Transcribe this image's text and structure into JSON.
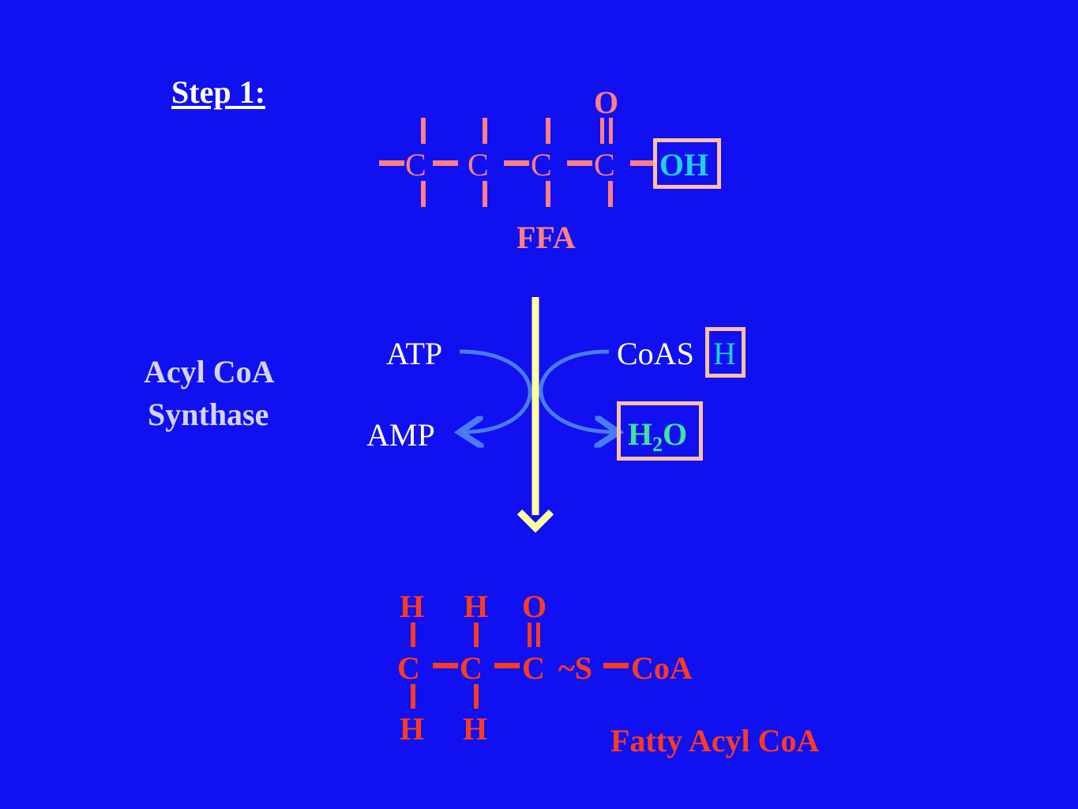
{
  "slide": {
    "title": "Step 1:",
    "colors": {
      "background": "#1010F0",
      "ffa": "#FF8080",
      "product": "#FF3B1F",
      "hydroxyl": "#22D0E0",
      "water": "#44E0A0",
      "arrow": "#FFFF99",
      "curved_arrows": "#4A7BF0"
    }
  },
  "ffa": {
    "carbons": [
      "C",
      "C",
      "C",
      "C"
    ],
    "carbonyl_oxygen": "O",
    "leaving_group": "OH",
    "label": "FFA"
  },
  "enzyme": {
    "line1": "Acyl CoA",
    "line2": "Synthase"
  },
  "reaction": {
    "left_in": "ATP",
    "left_out": "AMP",
    "right_in_prefix": "CoAS",
    "right_in_highlight": "H",
    "right_out_h": "H",
    "right_out_sub": "2",
    "right_out_o": "O"
  },
  "product": {
    "top_labels": [
      "H",
      "H",
      "O"
    ],
    "carbons": [
      "C",
      "C",
      "C"
    ],
    "thioester": "~S",
    "coa": "CoA",
    "bottom_labels": [
      "H",
      "H"
    ],
    "label": "Fatty Acyl CoA"
  }
}
